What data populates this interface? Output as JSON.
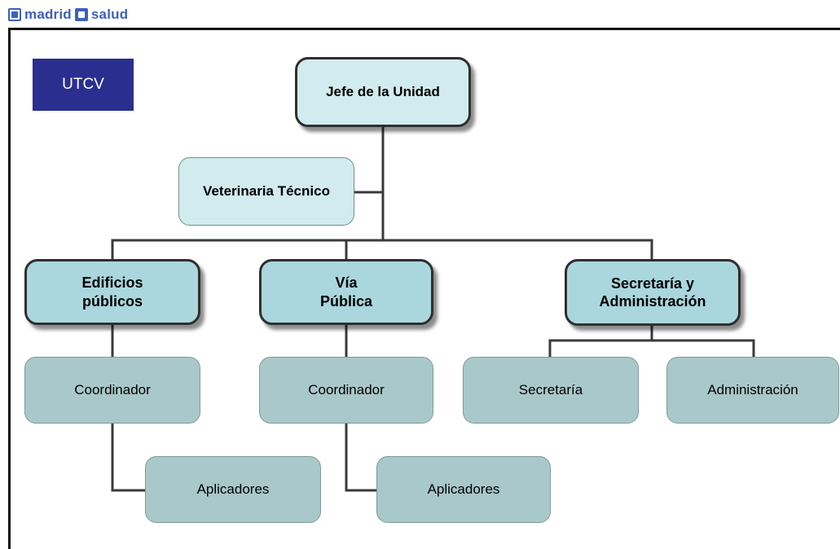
{
  "brand": {
    "left_word": "madrid",
    "right_word": "salud"
  },
  "tag": "UTCV",
  "nodes": {
    "chief": "Jefe de la Unidad",
    "vet": "Veterinaria Técnico",
    "edificios": "Edificios\npúblicos",
    "via": "Vía\nPública",
    "secadmin": "Secretaría y\nAdministración",
    "coord1": "Coordinador",
    "coord2": "Coordinador",
    "secretaria": "Secretaría",
    "administracion": "Administración",
    "aplic1": "Aplicadores",
    "aplic2": "Aplicadores"
  },
  "colors": {
    "tag_bg": "#2a2e8f",
    "top_node_fill": "#d1ebee",
    "dept_node_fill": "#aad7dd",
    "sub_node_fill": "#a9c8ca",
    "brand": "#3f62b8",
    "connector": "#3a3a3a"
  }
}
